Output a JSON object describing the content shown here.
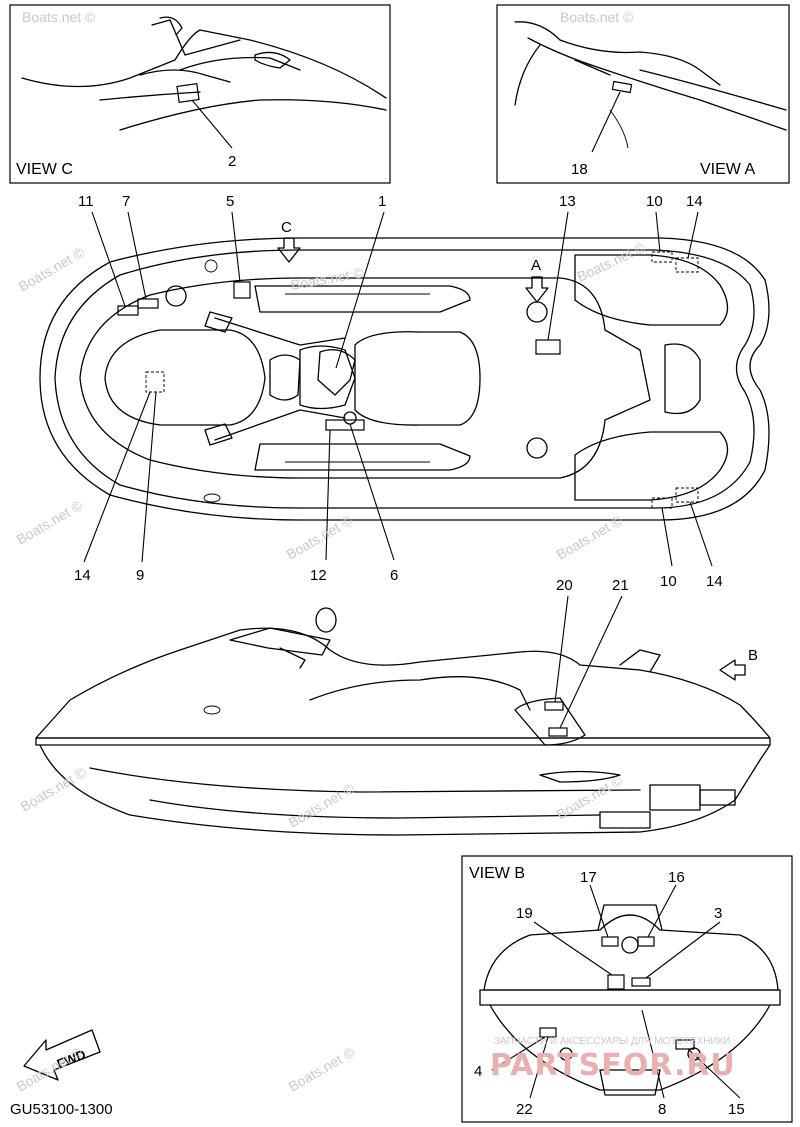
{
  "views": {
    "c": "VIEW C",
    "a": "VIEW A",
    "b": "VIEW B"
  },
  "view_arrows": {
    "a": "A",
    "b": "B",
    "c": "C"
  },
  "part_numbers": {
    "p1": "1",
    "p2": "2",
    "p3": "3",
    "p4": "4",
    "p5": "5",
    "p6": "6",
    "p7": "7",
    "p8": "8",
    "p9": "9",
    "p10a": "10",
    "p10b": "10",
    "p11": "11",
    "p12": "12",
    "p13": "13",
    "p14a": "14",
    "p14b": "14",
    "p14c": "14",
    "p15": "15",
    "p16": "16",
    "p17": "17",
    "p18": "18",
    "p19": "19",
    "p20": "20",
    "p21": "21",
    "p22": "22"
  },
  "fwd_label": "FWD",
  "diagram_code": "GU53100-1300",
  "watermarks": {
    "w1": "Boats.net ©",
    "w2": "Boats.net ©",
    "w3": "Boats.net ©",
    "w4": "Boats.net ©",
    "w5": "Boats.net ©",
    "w6": "Boats.net ©",
    "w7": "Boats.net ©",
    "w8": "Boats.net ©",
    "w9": "Boats.net ©",
    "w10": "Boats.net ©",
    "w11": "Boats.net ©",
    "w12": "Boats.net ©",
    "w13": "Boats.net ©"
  },
  "brand_logo": {
    "text": "PARTSFOR.RU",
    "tagline": "ЗАПЧАСТИ И АКСЕССУАРЫ ДЛЯ МОТОТЕХНИКИ"
  },
  "colors": {
    "line": "#000000",
    "watermark": "#c9c9c9",
    "brand": "#e8b0b0"
  }
}
